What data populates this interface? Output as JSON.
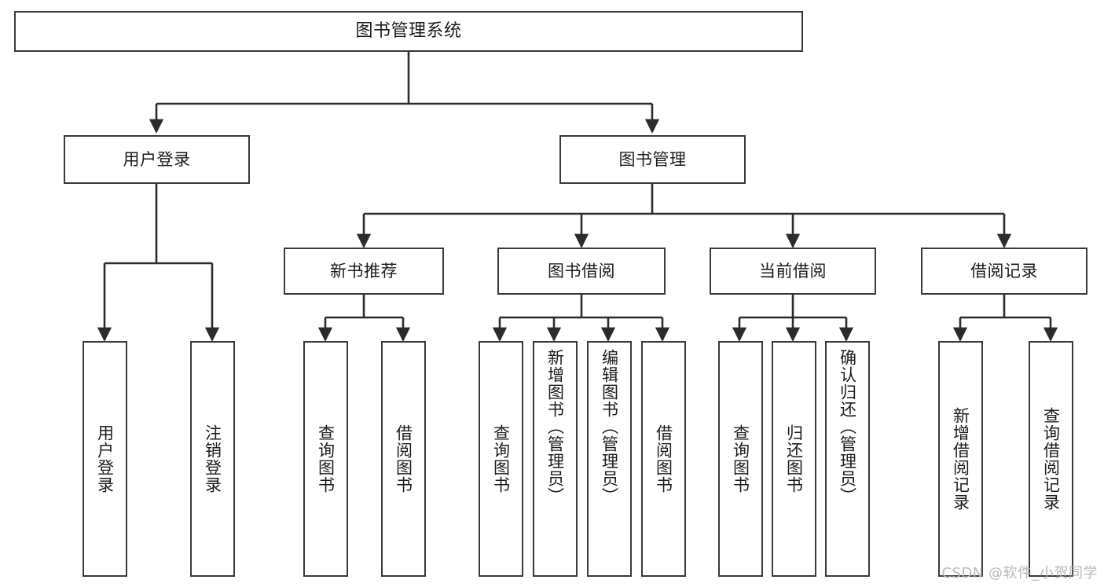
{
  "diagram": {
    "type": "tree",
    "title": "图书管理系统",
    "watermark": "CSDN @软件_小贺同学",
    "colors": {
      "node_border": "#3a3a3a",
      "node_fill": "#ffffff",
      "edge": "#2b2b2b",
      "text": "#1b1b1b",
      "watermark": "#b9b9b9"
    },
    "nodes": {
      "root": {
        "label": "图书管理系统"
      },
      "level1": [
        {
          "id": "user-login",
          "label": "用户登录"
        },
        {
          "id": "book-manage",
          "label": "图书管理"
        }
      ],
      "level2": [
        {
          "id": "new-book-rec",
          "label": "新书推荐"
        },
        {
          "id": "book-borrow",
          "label": "图书借阅"
        },
        {
          "id": "current-borrow",
          "label": "当前借阅"
        },
        {
          "id": "borrow-record",
          "label": "借阅记录"
        }
      ],
      "leaves": {
        "user-login": [
          {
            "id": "leaf-user-login",
            "label": "用户登录"
          },
          {
            "id": "leaf-logout",
            "label": "注销登录"
          }
        ],
        "new-book-rec": [
          {
            "id": "leaf-query-book-1",
            "label": "查询图书"
          },
          {
            "id": "leaf-borrow-book-1",
            "label": "借阅图书"
          }
        ],
        "book-borrow": [
          {
            "id": "leaf-query-book-2",
            "label": "查询图书"
          },
          {
            "id": "leaf-add-book",
            "label": "新增图书（管理员）"
          },
          {
            "id": "leaf-edit-book",
            "label": "编辑图书（管理员）"
          },
          {
            "id": "leaf-borrow-book-2",
            "label": "借阅图书"
          }
        ],
        "current-borrow": [
          {
            "id": "leaf-query-book-3",
            "label": "查询图书"
          },
          {
            "id": "leaf-return-book",
            "label": "归还图书"
          },
          {
            "id": "leaf-confirm-return",
            "label": "确认归还（管理员）"
          }
        ],
        "borrow-record": [
          {
            "id": "leaf-add-record",
            "label": "新增借阅记录"
          },
          {
            "id": "leaf-query-record",
            "label": "查询借阅记录"
          }
        ]
      }
    },
    "edges": [
      {
        "from": "root",
        "to": "user-login"
      },
      {
        "from": "root",
        "to": "book-manage"
      },
      {
        "from": "book-manage",
        "to": "new-book-rec"
      },
      {
        "from": "book-manage",
        "to": "book-borrow"
      },
      {
        "from": "book-manage",
        "to": "current-borrow"
      },
      {
        "from": "book-manage",
        "to": "borrow-record"
      },
      {
        "from": "user-login",
        "to": "leaf-user-login"
      },
      {
        "from": "user-login",
        "to": "leaf-logout"
      },
      {
        "from": "new-book-rec",
        "to": "leaf-query-book-1"
      },
      {
        "from": "new-book-rec",
        "to": "leaf-borrow-book-1"
      },
      {
        "from": "book-borrow",
        "to": "leaf-query-book-2"
      },
      {
        "from": "book-borrow",
        "to": "leaf-add-book"
      },
      {
        "from": "book-borrow",
        "to": "leaf-edit-book"
      },
      {
        "from": "book-borrow",
        "to": "leaf-borrow-book-2"
      },
      {
        "from": "current-borrow",
        "to": "leaf-query-book-3"
      },
      {
        "from": "current-borrow",
        "to": "leaf-return-book"
      },
      {
        "from": "current-borrow",
        "to": "leaf-confirm-return"
      },
      {
        "from": "borrow-record",
        "to": "leaf-add-record"
      },
      {
        "from": "borrow-record",
        "to": "leaf-query-record"
      }
    ]
  }
}
